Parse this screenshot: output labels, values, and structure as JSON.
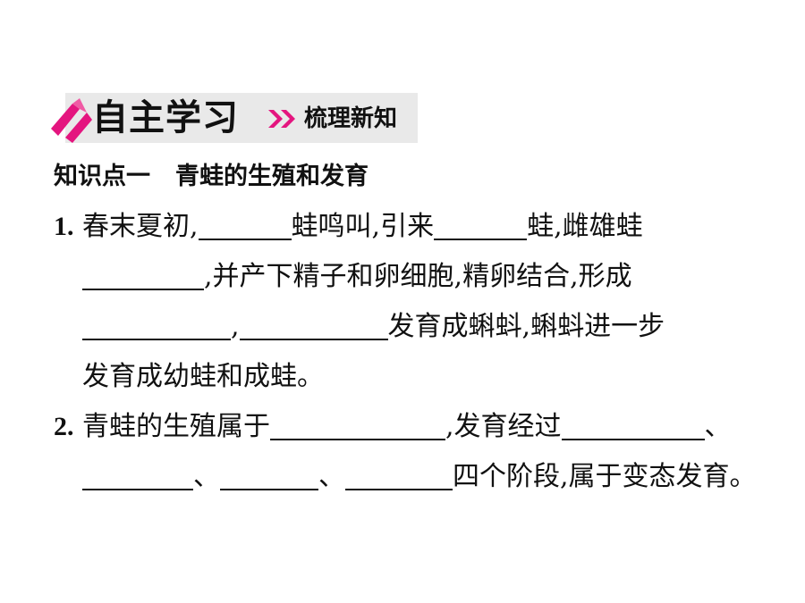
{
  "banner": {
    "title": "自主学习",
    "subtitle": "梳理新知",
    "logo_color": "#e4157f",
    "arrow_color": "#e4157f"
  },
  "section_heading": {
    "label": "知识点一",
    "topic": "青蛙的生殖和发育"
  },
  "question1": {
    "number": "1.",
    "line1": [
      "春末夏初,",
      "蛙鸣叫,引来",
      "蛙,雌雄蛙"
    ],
    "line2": [
      ",并产下精子和卵细胞,精卵结合,形成"
    ],
    "line3": [
      ",",
      "发育成蝌蚪,蝌蚪进一步"
    ],
    "line4": [
      "发育成幼蛙和成蛙。"
    ]
  },
  "question2": {
    "number": "2.",
    "line1": [
      "青蛙的生殖属于",
      ",发育经过",
      "、"
    ],
    "line2": [
      "、",
      "、",
      "四个阶段,属于变态发育。"
    ]
  }
}
